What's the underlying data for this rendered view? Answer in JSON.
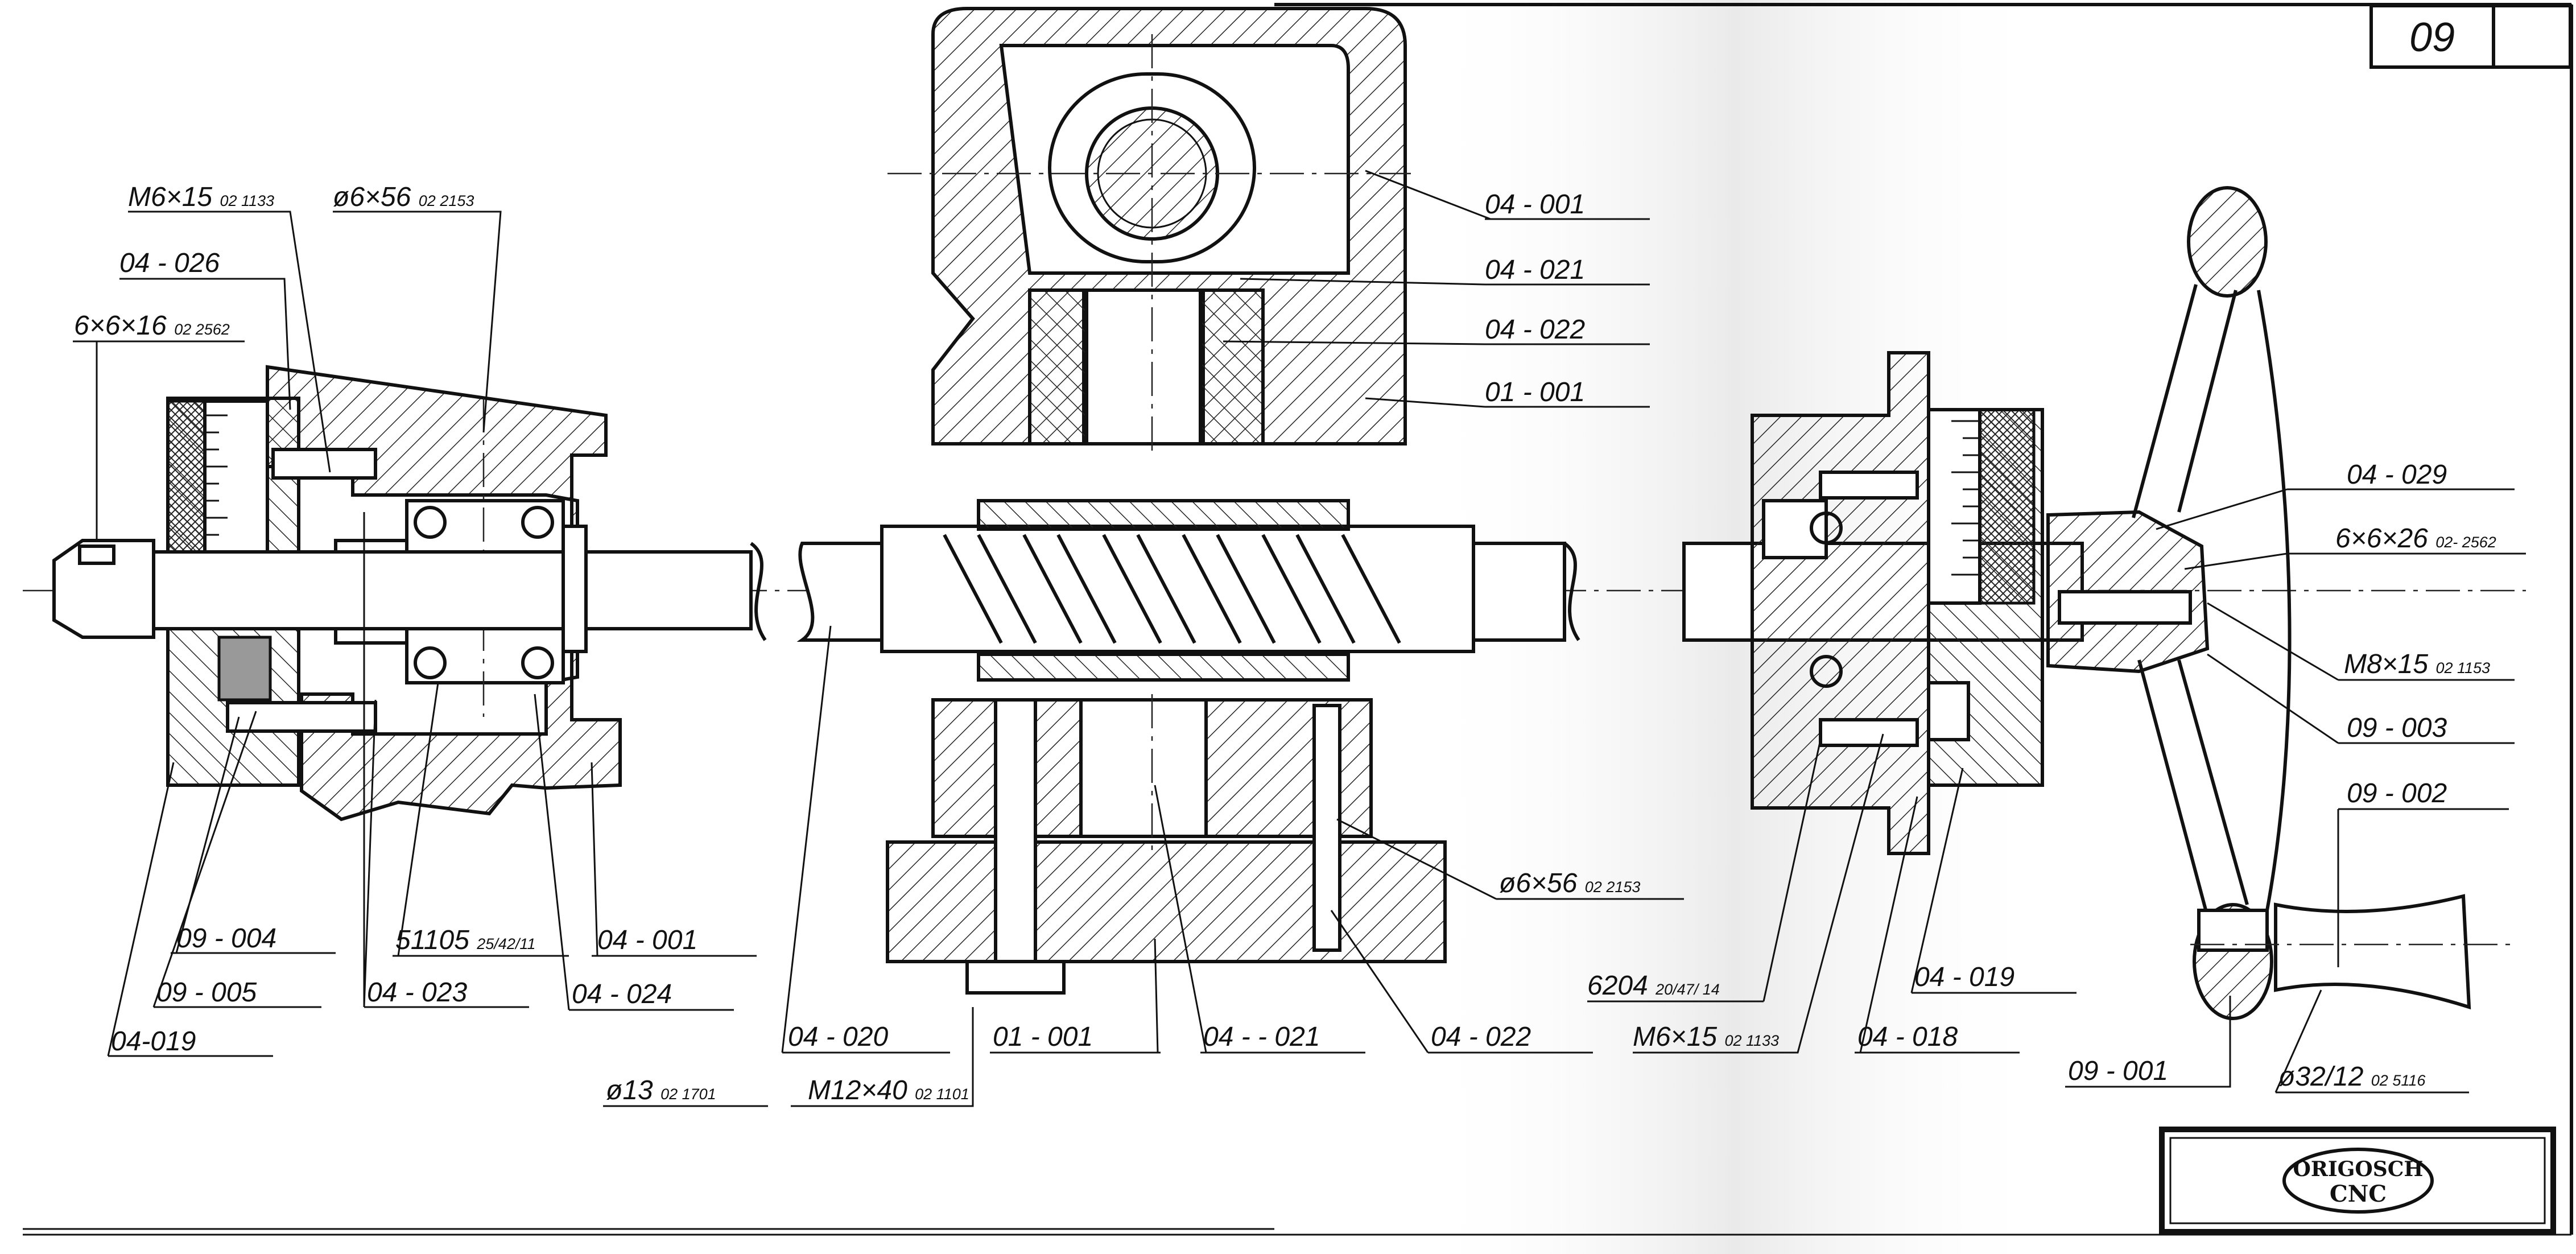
{
  "sheet": {
    "number": "09"
  },
  "logo": {
    "line1": "ORIGOSCH",
    "line2": "CNC"
  },
  "labels": {
    "m6x15_top": {
      "main": "M6×15",
      "sub": "02 1133"
    },
    "d6x56_top": {
      "main": "ø6×56",
      "sub": "02 2153"
    },
    "p04_026": {
      "main": "04 - 026",
      "sub": ""
    },
    "p6x6x16": {
      "main": "6×6×16",
      "sub": "02 2562"
    },
    "p04_001_top": {
      "main": "04 - 001",
      "sub": ""
    },
    "p04_021_top": {
      "main": "04 - 021",
      "sub": ""
    },
    "p04_022_top": {
      "main": "04 - 022",
      "sub": ""
    },
    "p01_001_top": {
      "main": "01 - 001",
      "sub": ""
    },
    "p09_004": {
      "main": "09 - 004",
      "sub": ""
    },
    "p09_005": {
      "main": "09 - 005",
      "sub": ""
    },
    "p04_019_left": {
      "main": "04-019",
      "sub": ""
    },
    "p51105": {
      "main": "51105",
      "sub": "25/42/11"
    },
    "p04_023": {
      "main": "04 - 023",
      "sub": ""
    },
    "p04_001_bottom": {
      "main": "04 - 001",
      "sub": ""
    },
    "p04_024": {
      "main": "04 - 024",
      "sub": ""
    },
    "p04_020": {
      "main": "04 - 020",
      "sub": ""
    },
    "p01_001_bottom": {
      "main": "01 - 001",
      "sub": ""
    },
    "p04_021_bottom": {
      "main": "04 - - 021",
      "sub": ""
    },
    "p04_022_bottom": {
      "main": "04 - 022",
      "sub": ""
    },
    "d6x56_bottom": {
      "main": "ø6×56",
      "sub": "02 2153"
    },
    "d13": {
      "main": "ø13",
      "sub": "02  1701"
    },
    "m12x40": {
      "main": "M12×40",
      "sub": "02 1101"
    },
    "p6204": {
      "main": "6204",
      "sub": "20/47/ 14"
    },
    "m6x15_bottom": {
      "main": "M6×15",
      "sub": "02 1133"
    },
    "p04_018": {
      "main": "04 - 018",
      "sub": ""
    },
    "p04_019_right": {
      "main": "04 - 019",
      "sub": ""
    },
    "p04_029": {
      "main": "04 - 029",
      "sub": ""
    },
    "p6x6x26": {
      "main": "6×6×26",
      "sub": "02- 2562"
    },
    "m8x15": {
      "main": "M8×15",
      "sub": "02  1153"
    },
    "p09_003": {
      "main": "09 - 003",
      "sub": ""
    },
    "p09_002": {
      "main": "09 - 002",
      "sub": ""
    },
    "p09_001": {
      "main": "09 - 001",
      "sub": ""
    },
    "d32_12": {
      "main": "ø32/12",
      "sub": "02  5116"
    }
  }
}
